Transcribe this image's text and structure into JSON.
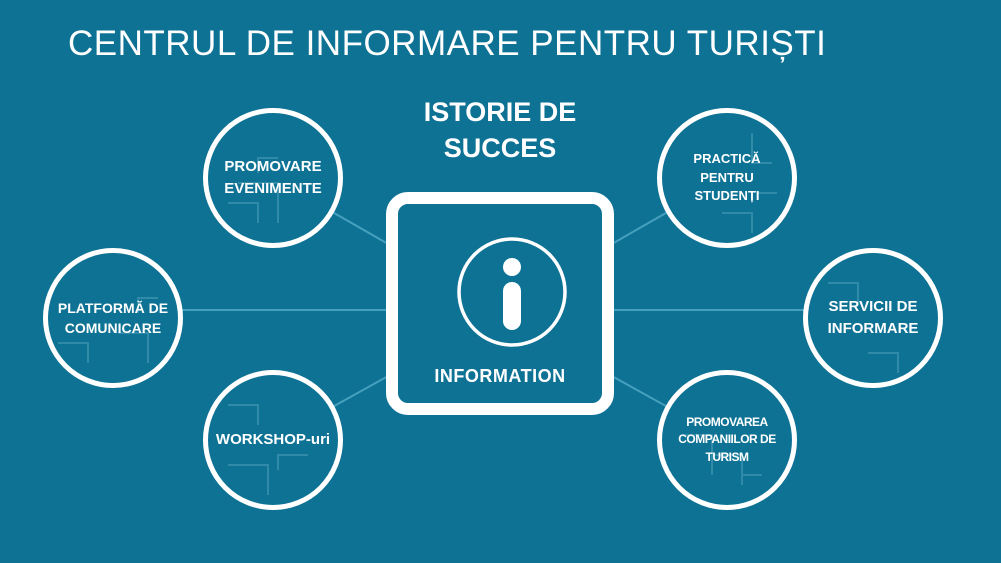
{
  "title": "CENTRUL DE INFORMARE PENTRU TURIȘTI",
  "subtitle": "ISTORIE DE SUCCES",
  "center": {
    "label": "INFORMATION",
    "icon": "info-icon"
  },
  "nodes": [
    {
      "label": "PROMOVARE EVENIMENTE"
    },
    {
      "label": "PLATFORMĂ DE COMUNICARE"
    },
    {
      "label": "WORKSHOP-uri"
    },
    {
      "label": "PRACTICĂ PENTRU STUDENȚI"
    },
    {
      "label": "SERVICII DE INFORMARE"
    },
    {
      "label": "PROMOVAREA COMPANIILOR DE TURISM"
    }
  ],
  "colors": {
    "background": "#0e7294",
    "foreground": "#ffffff"
  }
}
